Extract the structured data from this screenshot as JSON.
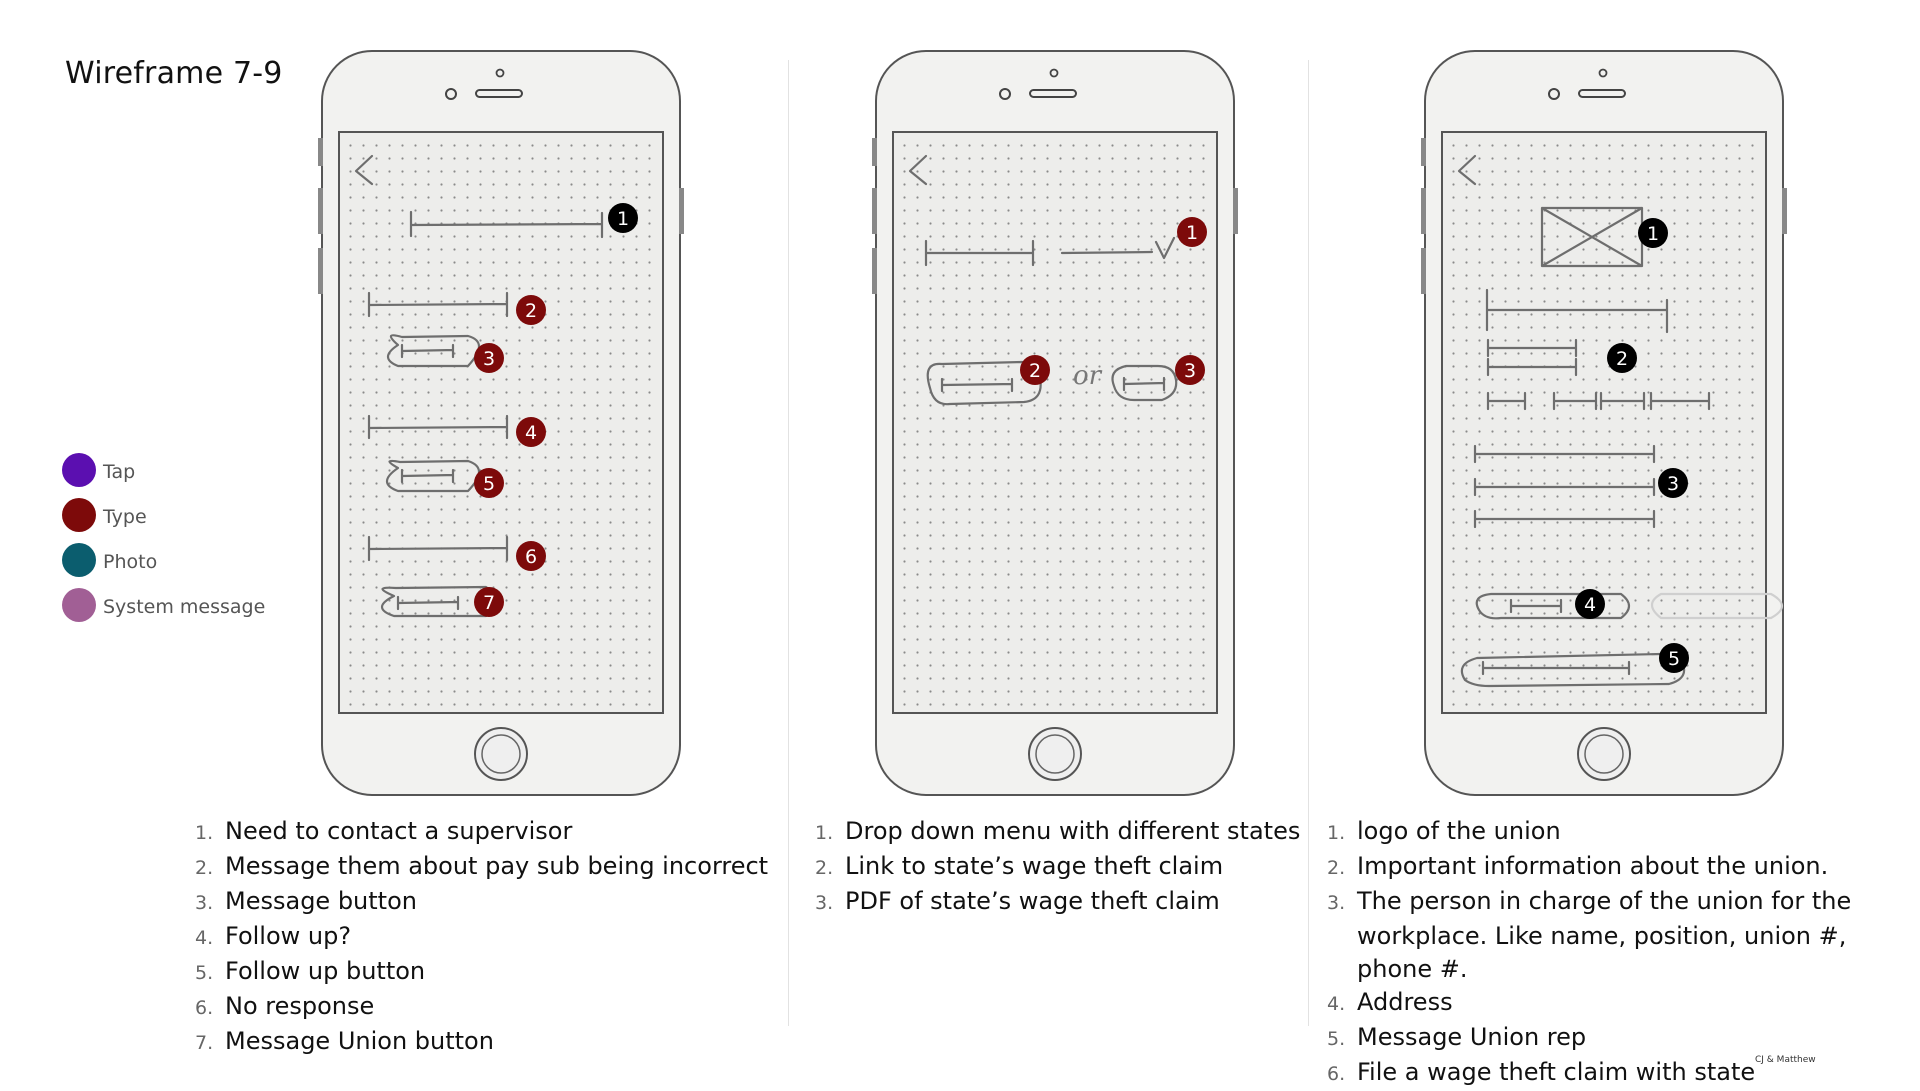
{
  "title": "Wireframe 7-9",
  "legend": [
    {
      "label": "Tap",
      "color": "#5b0fb0"
    },
    {
      "label": "Type",
      "color": "#7d0a0a"
    },
    {
      "label": "Photo",
      "color": "#0b5d6e"
    },
    {
      "label": "System message",
      "color": "#a15f95"
    }
  ],
  "badge_colors": {
    "type": "#7d0a0a",
    "info": "#000000"
  },
  "connector_word": "or",
  "screens": [
    {
      "badges": [
        "1",
        "2",
        "3",
        "4",
        "5",
        "6",
        "7"
      ],
      "notes": [
        {
          "num": "1.",
          "text": "Need to contact a supervisor"
        },
        {
          "num": "2.",
          "text": "Message them about pay sub being incorrect"
        },
        {
          "num": "3.",
          "text": "Message button"
        },
        {
          "num": "4.",
          "text": "Follow up?"
        },
        {
          "num": "5.",
          "text": "Follow up button"
        },
        {
          "num": "6.",
          "text": "No response"
        },
        {
          "num": "7.",
          "text": "Message Union button"
        }
      ]
    },
    {
      "badges": [
        "1",
        "2",
        "3"
      ],
      "notes": [
        {
          "num": "1.",
          "text": "Drop down menu with different states"
        },
        {
          "num": "2.",
          "text": "Link to state’s wage theft claim"
        },
        {
          "num": "3.",
          "text": "PDF of  state’s wage theft claim"
        }
      ]
    },
    {
      "badges": [
        "1",
        "2",
        "3",
        "4",
        "5"
      ],
      "notes": [
        {
          "num": "1.",
          "text": "logo of the union"
        },
        {
          "num": "2.",
          "text": "Important information about the union."
        },
        {
          "num": "3.",
          "text": "The person in charge of the union for the"
        },
        {
          "num": "",
          "text": "workplace. Like name, position, union #, phone #."
        },
        {
          "num": "4.",
          "text": "Address"
        },
        {
          "num": "5.",
          "text": "Message Union rep"
        },
        {
          "num": "6.",
          "text": "File a wage theft claim with state"
        }
      ]
    }
  ],
  "credit": "CJ & Matthew"
}
